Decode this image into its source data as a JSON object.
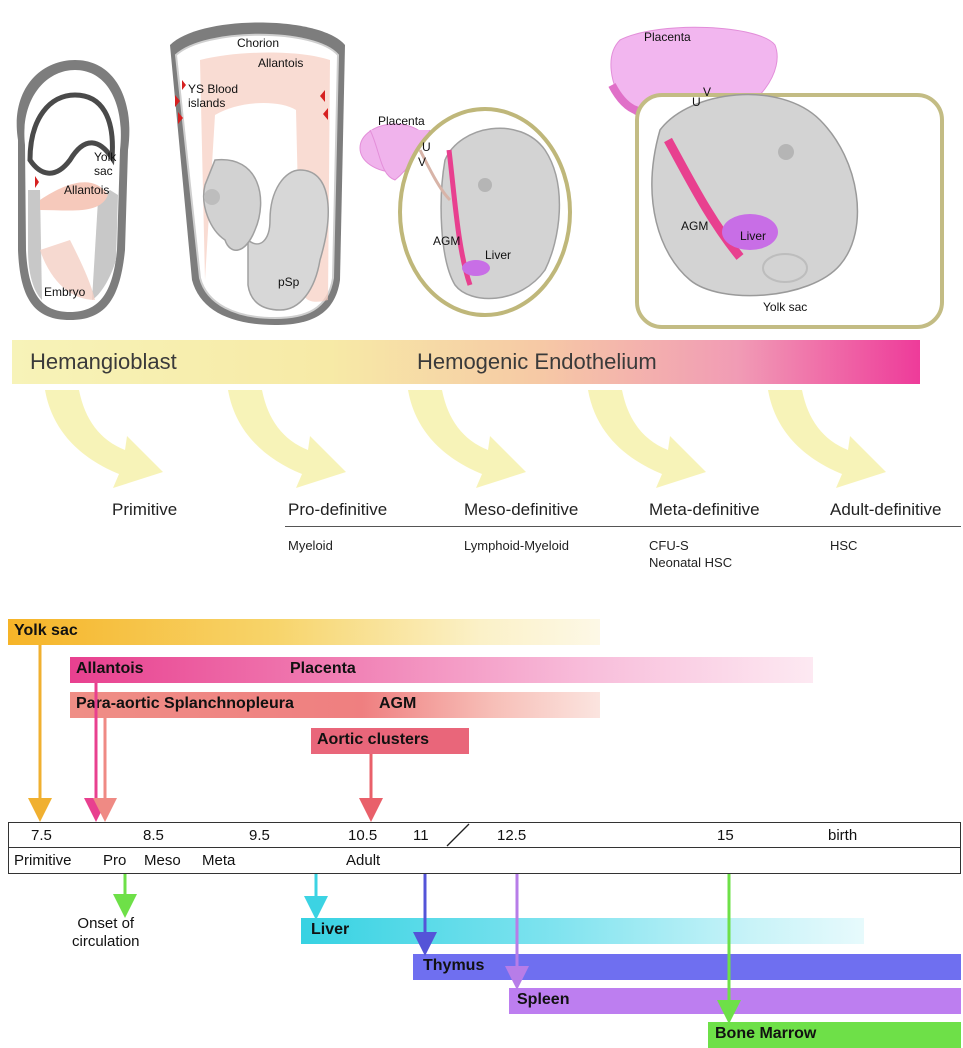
{
  "embryo_labels": {
    "e1_yolk_sac": "Yolk\nsac",
    "e1_allantois": "Allantois",
    "e1_embryo": "Embryo",
    "e2_chorion": "Chorion",
    "e2_allantois": "Allantois",
    "e2_ys_blood": "YS Blood\nislands",
    "e2_psp": "pSp",
    "e3_placenta": "Placenta",
    "e3_u": "U",
    "e3_v": "V",
    "e3_agm": "AGM",
    "e3_liver": "Liver",
    "e4_placenta": "Placenta",
    "e4_u": "U",
    "e4_v": "V",
    "e4_agm": "AGM",
    "e4_liver": "Liver",
    "e4_yolk_sac": "Yolk sac"
  },
  "gradient_bar": {
    "left_label": "Hemangioblast",
    "right_label": "Hemogenic Endothelium"
  },
  "stages": [
    {
      "name": "Primitive",
      "cells": ""
    },
    {
      "name": "Pro-definitive",
      "cells": "Myeloid"
    },
    {
      "name": "Meso-definitive",
      "cells": "Lymphoid-Myeloid"
    },
    {
      "name": "Meta-definitive",
      "cells": "CFU-S\nNeonatal HSC"
    },
    {
      "name": "Adult-definitive",
      "cells": "HSC"
    }
  ],
  "sites": {
    "yolk_sac": "Yolk sac",
    "allantois": "Allantois",
    "placenta": "Placenta",
    "psp": "Para-aortic Splanchnopleura",
    "agm": "AGM",
    "aortic_clusters": "Aortic clusters",
    "liver": "Liver",
    "thymus": "Thymus",
    "spleen": "Spleen",
    "bone_marrow": "Bone Marrow"
  },
  "timeline": {
    "days": [
      "7.5",
      "8.5",
      "9.5",
      "10.5",
      "11",
      "12.5",
      "15",
      "birth"
    ],
    "stages": [
      "Primitive",
      "Pro",
      "Meso",
      "Meta",
      "Adult"
    ]
  },
  "circulation_label": "Onset of\ncirculation",
  "colors": {
    "yolk_sac": "#f6b428",
    "allantois": "#e8408f",
    "placenta": "#f38ab8",
    "psp": "#ef6e78",
    "agm": "#e9606a",
    "aortic": "#e8607a",
    "liver": "#3cd3e3",
    "thymus": "#6f6ff0",
    "spleen": "#b77de8",
    "bone_marrow": "#6ee048",
    "endo_arrow": "#f7f2b4"
  }
}
